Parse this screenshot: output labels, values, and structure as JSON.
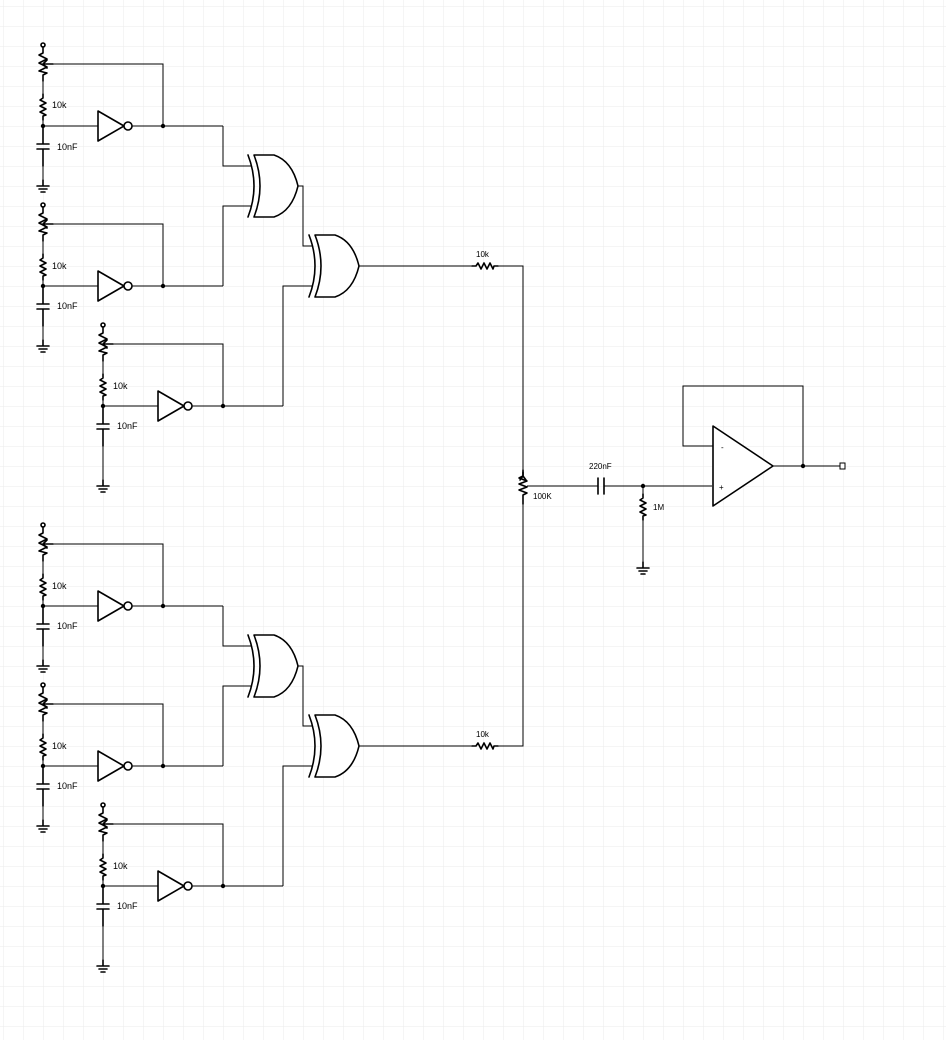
{
  "schematic": {
    "oscillator_resistor_label": "10k",
    "oscillator_capacitor_label": "10nF",
    "mix_resistor_label": "10k",
    "mix_pot_label": "100K",
    "coupling_capacitor_label": "220nF",
    "bias_resistor_label": "1M",
    "opamp_inverting_label": "-",
    "opamp_noninverting_label": "+"
  },
  "colors": {
    "ink": "#000000",
    "grid": "#e8e8e8",
    "background": "#ffffff"
  }
}
